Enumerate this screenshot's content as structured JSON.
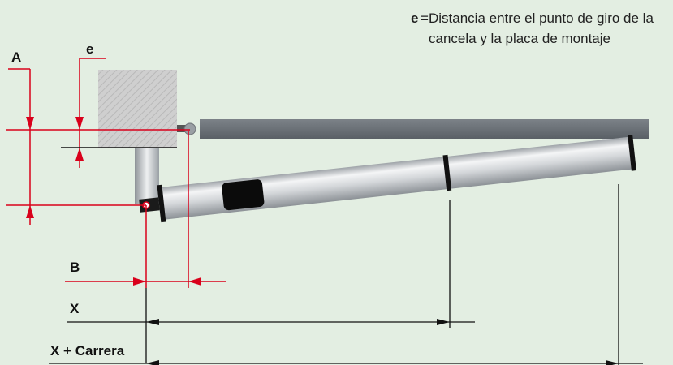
{
  "labels": {
    "a": "A",
    "e": "e",
    "b": "B",
    "x": "X",
    "x_carrera": "X + Carrera"
  },
  "note": {
    "key": "e",
    "equals": "=",
    "text": "Distancia entre el punto de giro de la cancela y la placa de montaje"
  },
  "colors": {
    "background": "#e3eee2",
    "dimension_red": "#d9001b",
    "gate_bar": "#6b7177",
    "actuator_body": "#d6d9dc",
    "wall_hatch": "#c9c9c9"
  }
}
